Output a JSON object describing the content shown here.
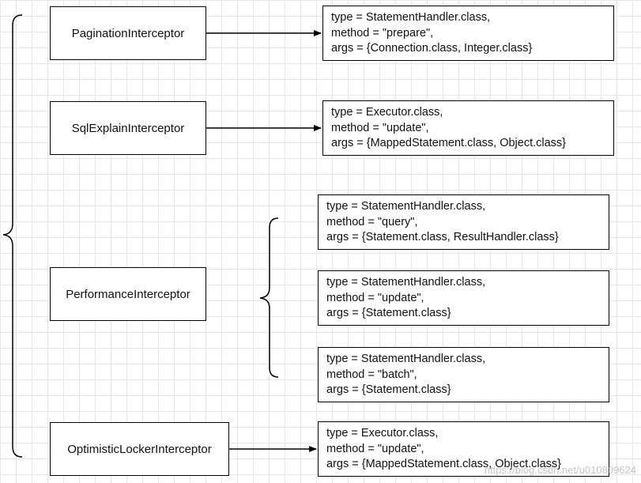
{
  "interceptors": [
    {
      "name": "PaginationInterceptor",
      "signatures": [
        {
          "type": "type = StatementHandler.class,",
          "method": "method = \"prepare\",",
          "args": "args = {Connection.class, Integer.class}"
        }
      ]
    },
    {
      "name": "SqlExplainInterceptor",
      "signatures": [
        {
          "type": "type = Executor.class,",
          "method": "method = \"update\",",
          "args": "args = {MappedStatement.class, Object.class}"
        }
      ]
    },
    {
      "name": "PerformanceInterceptor",
      "signatures": [
        {
          "type": "type = StatementHandler.class,",
          "method": "method = \"query\",",
          "args": "args = {Statement.class, ResultHandler.class}"
        },
        {
          "type": "type = StatementHandler.class,",
          "method": "method = \"update\",",
          "args": "args = {Statement.class}"
        },
        {
          "type": "type = StatementHandler.class,",
          "method": "method = \"batch\",",
          "args": "args = {Statement.class}"
        }
      ]
    },
    {
      "name": "OptimisticLockerInterceptor",
      "signatures": [
        {
          "type": "type = Executor.class,",
          "method": "method = \"update\",",
          "args": "args = {MappedStatement.class, Object.class}"
        }
      ]
    }
  ],
  "watermark": "https://blog.csdn.net/u010809624",
  "colors": {
    "stroke": "#000000",
    "grid": "#e6e6e6",
    "background": "#ffffff"
  }
}
